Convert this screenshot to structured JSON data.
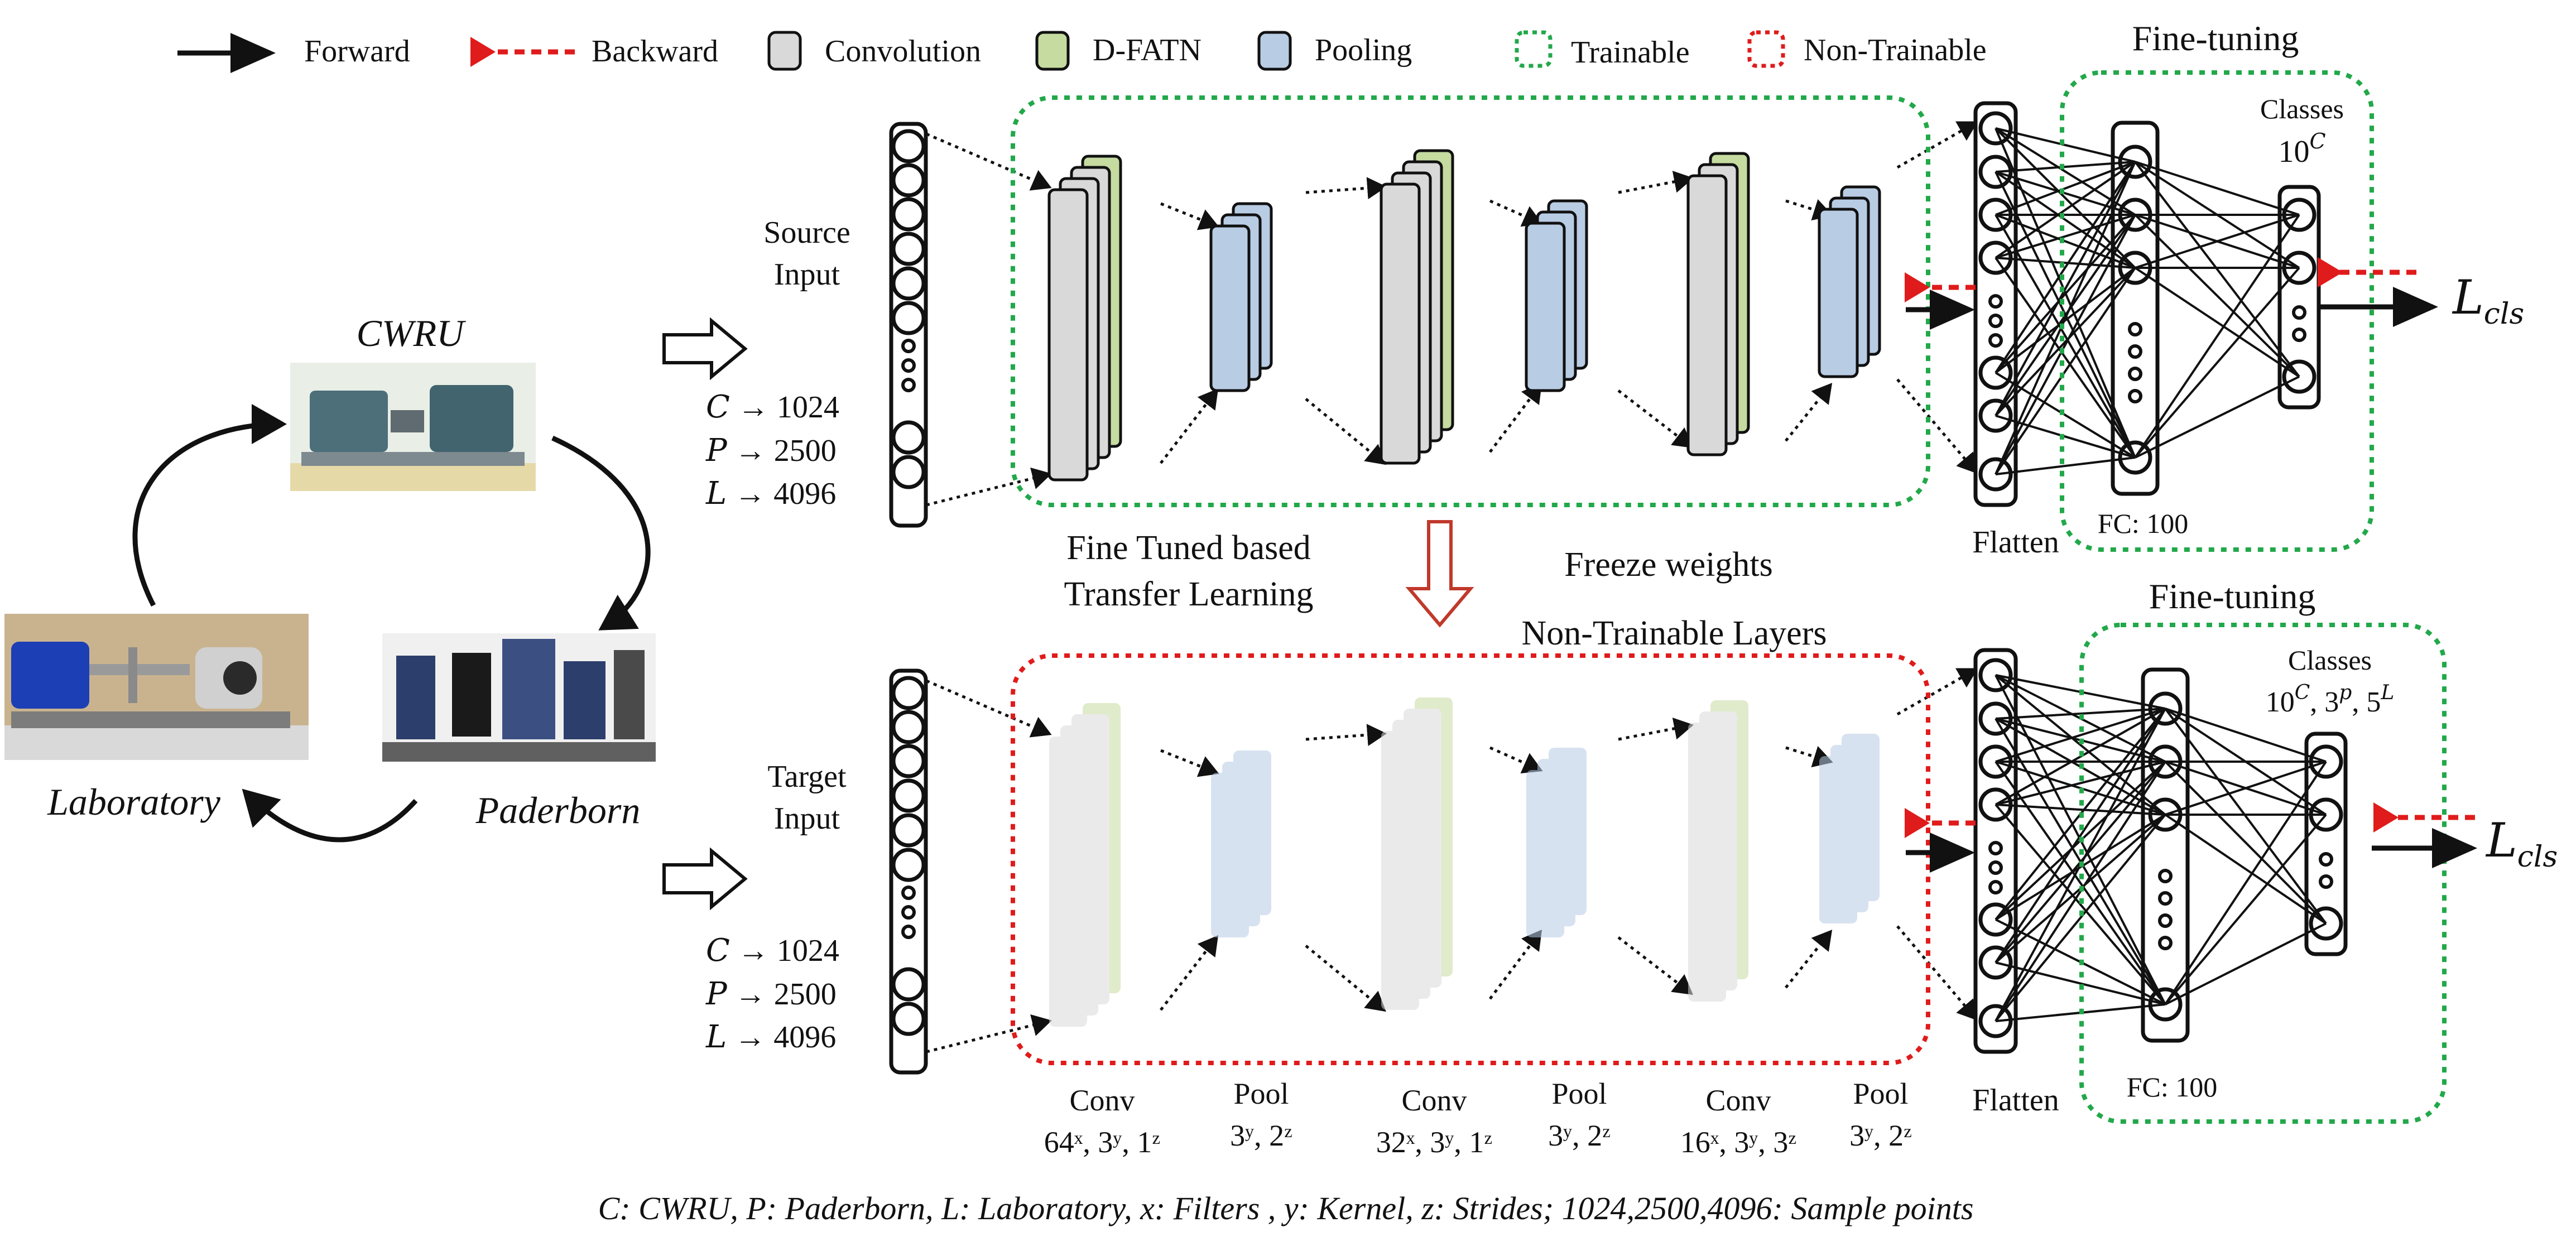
{
  "legend": {
    "forward": "Forward",
    "backward": "Backward",
    "convolution": "Convolution",
    "dfatn": "D-FATN",
    "pooling": "Pooling",
    "trainable": "Trainable",
    "non_trainable": "Non-Trainable"
  },
  "colors": {
    "convolution": "#d9d9d9",
    "dfatn": "#c5dba0",
    "pooling": "#b8cce4",
    "trainable_border": "#22a84a",
    "non_trainable_border": "#e01b1b",
    "backward_arrow": "#e01b1b"
  },
  "datasets": {
    "cwru": "CWRU",
    "paderborn": "Paderborn",
    "laboratory": "Laboratory"
  },
  "source": {
    "input_line1": "Source",
    "input_line2": "Input",
    "fine_tuning": "Fine-tuning",
    "classes_title": "Classes",
    "classes_value": "10",
    "classes_sup": "C",
    "flatten": "Flatten",
    "fc": "FC: 100",
    "loss": "L",
    "loss_sub": "cls"
  },
  "target": {
    "input_line1": "Target",
    "input_line2": "Input",
    "fine_tuning": "Fine-tuning",
    "classes_title": "Classes",
    "classes_value": "10",
    "classes_sup": "C",
    "classes_value2": ", 3",
    "classes_sup2": "p",
    "classes_value3": ", 5",
    "classes_sup3": "L",
    "non_trainable_layers": "Non-Trainable Layers",
    "flatten": "Flatten",
    "fc": "FC: 100",
    "loss": "L",
    "loss_sub": "cls"
  },
  "sizes": {
    "line1_key": "C",
    "line1_val": " → 1024",
    "line2_key": "P",
    "line2_val": " → 2500",
    "line3_key": "L",
    "line3_val": " → 4096"
  },
  "transfer": {
    "line1": "Fine Tuned based",
    "line2": "Transfer Learning",
    "freeze": "Freeze weights"
  },
  "layers": [
    {
      "name": "Conv",
      "params": "64ˣ, 3ʸ, 1ᶻ"
    },
    {
      "name": "Pool",
      "params": "3ʸ, 2ᶻ"
    },
    {
      "name": "Conv",
      "params": "32ˣ, 3ʸ, 1ᶻ"
    },
    {
      "name": "Pool",
      "params": "3ʸ, 2ᶻ"
    },
    {
      "name": "Conv",
      "params": "16ˣ, 3ʸ, 3ᶻ"
    },
    {
      "name": "Pool",
      "params": "3ʸ, 2ᶻ"
    }
  ],
  "caption": "C: CWRU, P: Paderborn, L: Laboratory, x: Filters , y: Kernel, z: Strides; 1024,2500,4096: Sample points"
}
